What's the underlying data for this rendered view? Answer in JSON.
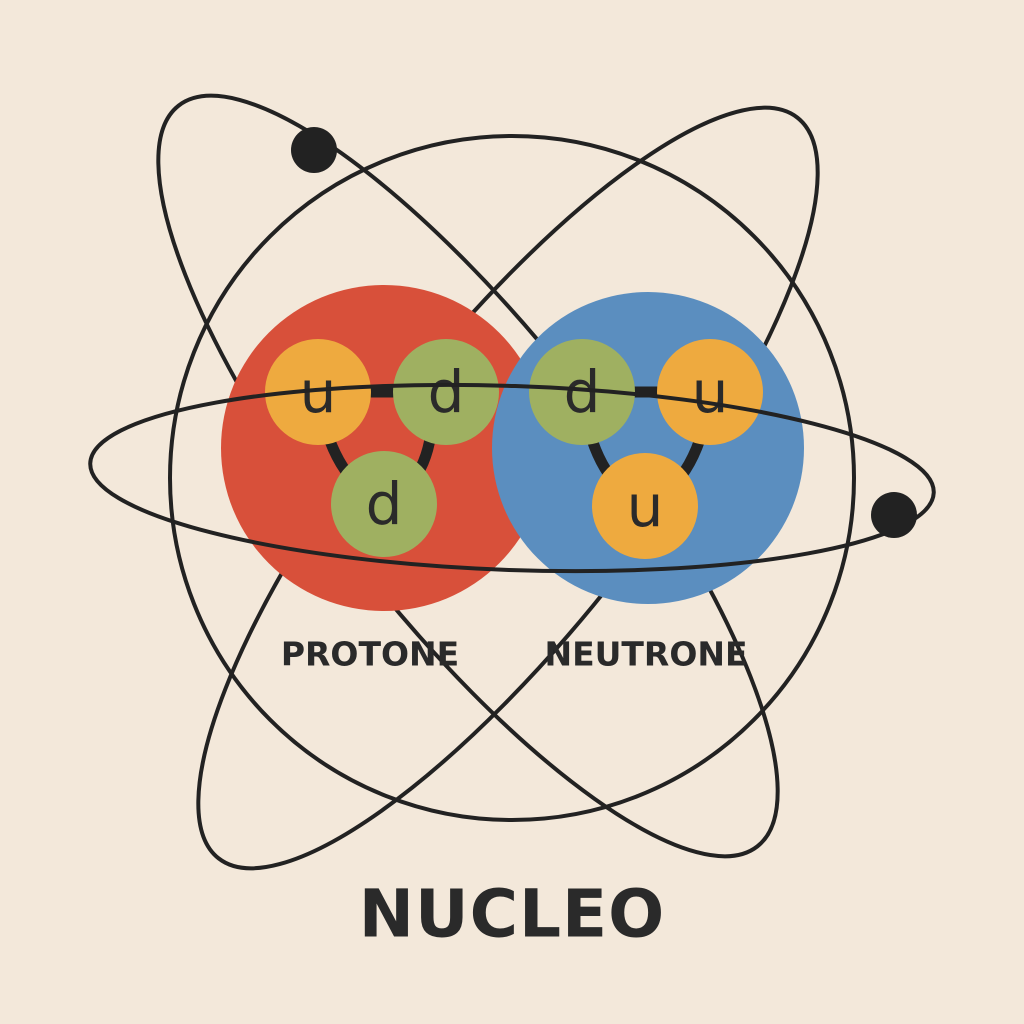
{
  "title": "NUCLEO",
  "colors": {
    "background": "#f3e8da",
    "line": "#222222",
    "text": "#2a2a2a",
    "proton": "#d8503a",
    "neutron": "#5b8ebf",
    "up_quark": "#eeaa3f",
    "down_quark": "#9fb061"
  },
  "nucleons": [
    {
      "name": "proton",
      "label": "PROTONE",
      "quarks": [
        "u",
        "d",
        "d"
      ]
    },
    {
      "name": "neutron",
      "label": "NEUTRONE",
      "quarks": [
        "d",
        "u",
        "u"
      ]
    }
  ],
  "electrons": [
    {
      "name": "electron-top-left"
    },
    {
      "name": "electron-right"
    }
  ]
}
